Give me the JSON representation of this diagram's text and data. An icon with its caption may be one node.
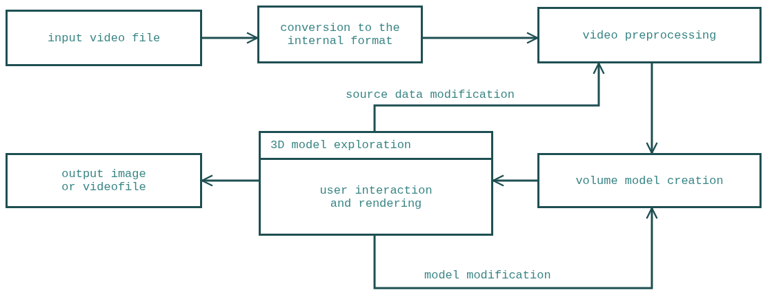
{
  "diagram": {
    "nodes": [
      {
        "text": [
          "input video file"
        ]
      },
      {
        "text": [
          "conversion to the internal format"
        ]
      },
      {
        "text": [
          "video preprocessing"
        ]
      },
      {
        "text": [
          "3D model exploration",
          "user interaction and rendering"
        ]
      },
      {
        "text": [
          "output image or videofile"
        ]
      },
      {
        "text": [
          "volume model creation"
        ]
      }
    ],
    "edges": [
      {
        "from": 0,
        "to": 1,
        "arrow": "to"
      },
      {
        "from": 1,
        "to": 2,
        "arrow": "to"
      },
      {
        "from": 2,
        "to": 5,
        "arrow": "to"
      },
      {
        "from": 5,
        "to": 3,
        "arrow": "to"
      },
      {
        "from": 3,
        "to": 4,
        "arrow": "to"
      },
      {
        "from": 3,
        "to": 2,
        "arrow": "to",
        "label": "source data modification"
      },
      {
        "from": 3,
        "to": 5,
        "arrow": "to",
        "label": "model modification"
      }
    ]
  }
}
